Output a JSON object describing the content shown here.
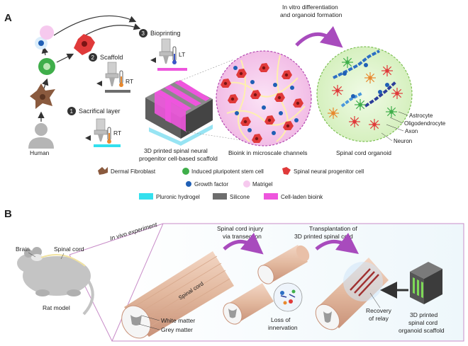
{
  "panelA": {
    "label": "A",
    "steps": {
      "step1_num": "1",
      "step1": "Sacrifical layer",
      "step2_num": "2",
      "step2": "Scaffold",
      "step3_num": "3",
      "step3": "Bioprinting",
      "rt1": "RT",
      "rt2": "RT",
      "lt": "LT"
    },
    "human": "Human",
    "scaffold_caption": [
      "3D printed spinal neural",
      "progenitor cell-based scaffold"
    ],
    "bioink_caption": "Bioink in microscale channels",
    "differentiation": [
      "In vitro differentiation",
      "and organoid formation"
    ],
    "organoid_caption": "Spinal cord organoid",
    "organoid_labels": {
      "astrocyte": "Astrocyte",
      "oligodendrocyte": "Oligodendrocyte",
      "axon": "Axon",
      "neuron": "Neuron"
    },
    "legend": {
      "fibroblast": "Dermal Fibroblast",
      "ipsc": "Induced pluripotent stem cell",
      "spnpc": "Spinal neural progenitor cell",
      "growth_factor": "Growth factor",
      "matrigel": "Matrigel",
      "pluronic": "Pluronic hydrogel",
      "silicone": "Silicone",
      "bioink": "Cell-laden bioink"
    },
    "colors": {
      "pluronic": "#33e0ee",
      "silicone": "#6d6d6d",
      "bioink": "#ee55dd",
      "arrow": "#a84bbd"
    }
  },
  "panelB": {
    "label": "B",
    "in_vivo": "In vivo experiment",
    "brain": "Brain",
    "spinal_cord": "Spinal cord",
    "rat_model": "Rat model",
    "spinal_cord_on_tube": "Spinal cord",
    "white_matter": "White matter",
    "grey_matter": "Grey matter",
    "injury": [
      "Spinal cord injury",
      "via transection"
    ],
    "transplantation": [
      "Transplantation of",
      "3D printed spinal cord"
    ],
    "loss": [
      "Loss of",
      "innervation"
    ],
    "recovery": [
      "Recovery",
      "of relay"
    ],
    "scaffold": [
      "3D printed",
      "spinal cord",
      "organoid scaffold"
    ]
  }
}
